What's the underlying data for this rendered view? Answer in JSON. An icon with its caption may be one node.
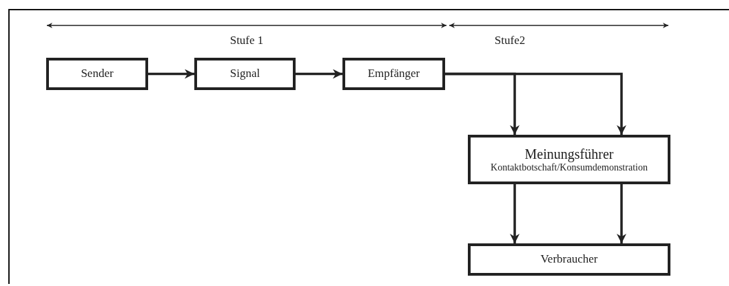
{
  "diagram": {
    "nodes": [
      {
        "text": [
          "Sender"
        ]
      },
      {
        "text": [
          "Signal"
        ]
      },
      {
        "text": [
          "Empfänger"
        ]
      },
      {
        "text": [
          "Meinungsführer",
          "Kontaktbotschaft/Konsumdemonstration"
        ]
      },
      {
        "text": [
          "Verbraucher"
        ]
      }
    ],
    "edges": [
      {
        "from": 0,
        "to": 1,
        "arrow": "to"
      },
      {
        "from": 1,
        "to": 2,
        "arrow": "to"
      },
      {
        "from": 2,
        "to": 3,
        "arrow": "to"
      },
      {
        "from": 2,
        "to": 3,
        "arrow": "to"
      },
      {
        "from": 3,
        "to": 4,
        "arrow": "to"
      },
      {
        "from": 3,
        "to": 4,
        "arrow": "to"
      }
    ],
    "labels": [
      "Stufe 1",
      "Stufe2"
    ]
  }
}
